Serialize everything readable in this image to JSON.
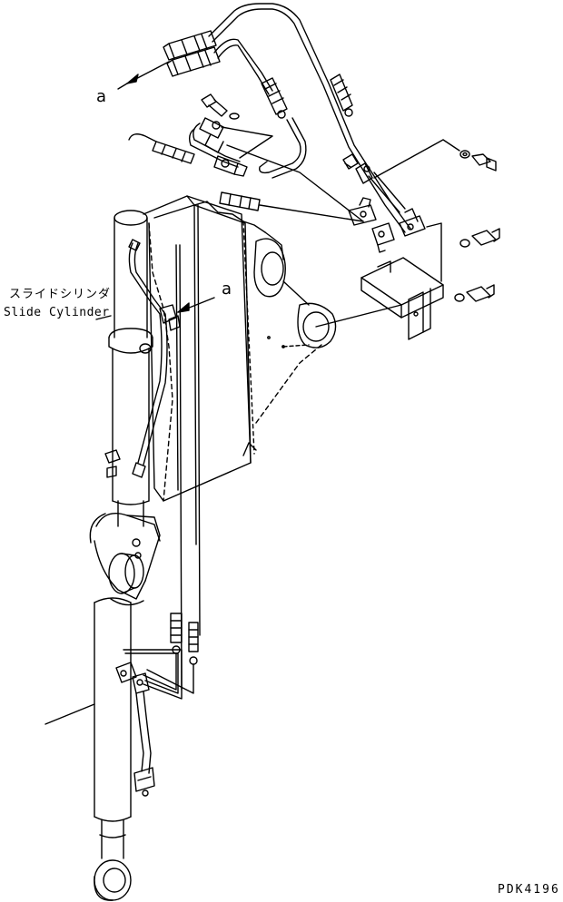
{
  "labels": {
    "callout_top": "a",
    "callout_mid": "a",
    "part_name_jp": "スライドシリンダ",
    "part_name_en": "Slide Cylinder",
    "drawing_code": "PDK4196"
  },
  "colors": {
    "line": "#000000",
    "background": "#ffffff"
  }
}
